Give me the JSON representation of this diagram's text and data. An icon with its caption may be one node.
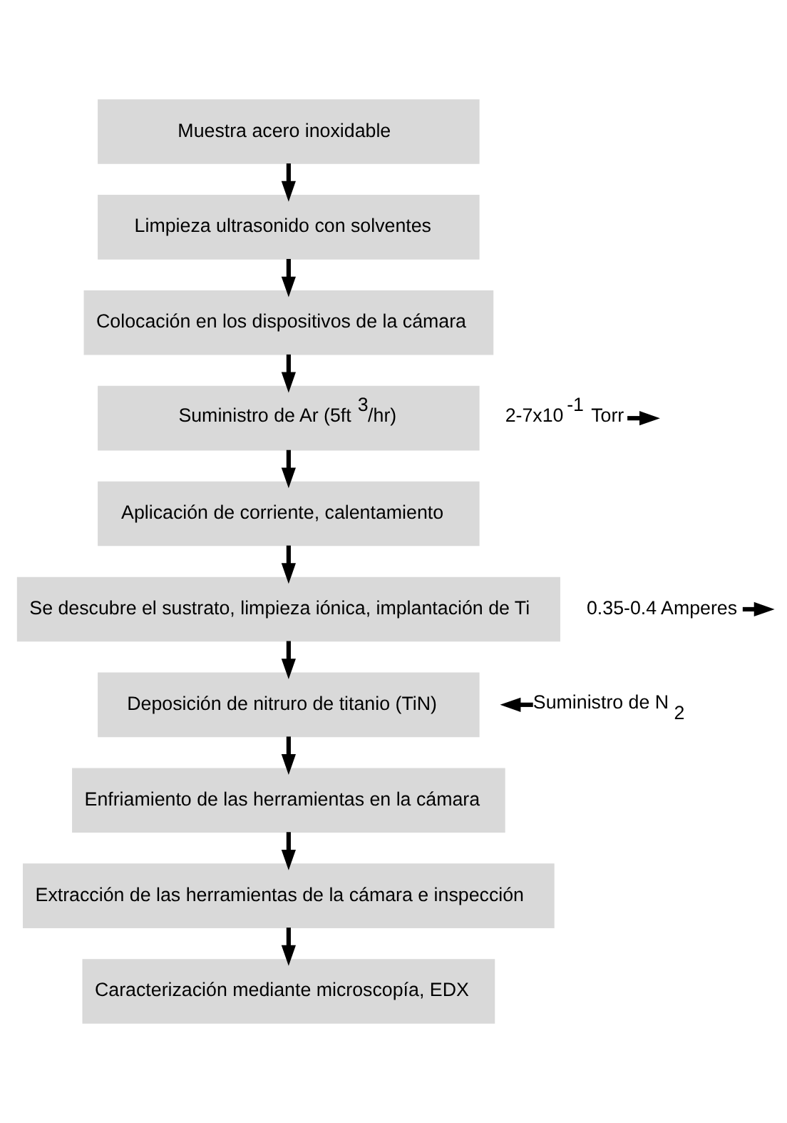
{
  "diagram": {
    "nodes": [
      {
        "text": [
          "Muestra acero inoxidable"
        ]
      },
      {
        "text": [
          "Limpieza ultrasonido con solventes"
        ]
      },
      {
        "text": [
          "Colocación en los dispositivos de la cámara"
        ]
      },
      {
        "text": [
          "Suministro de Ar (5ft$^{3}$/hr)"
        ]
      },
      {
        "text": [
          "Aplicación de corriente, calentamiento"
        ]
      },
      {
        "text": [
          "Se descubre el sustrato, limpieza iónica, implantación de Ti"
        ]
      },
      {
        "text": [
          "Deposición de nitruro de titanio (TiN)"
        ]
      },
      {
        "text": [
          "Enfriamiento de las herramientas en la cámara"
        ]
      },
      {
        "text": [
          "Extracción de las herramientas de la cámara e inspección"
        ]
      },
      {
        "text": [
          "Caracterización mediante microscopía, EDX"
        ]
      },
      {
        "text": [
          "2-7x10$^{-1}$ Torr"
        ]
      },
      {
        "text": [
          "0.35-0.4 Amperes"
        ]
      },
      {
        "text": [
          "Suministro de N$_{2}$"
        ]
      }
    ],
    "edges": [
      {
        "from": 0,
        "to": 1,
        "arrow": "to"
      },
      {
        "from": 1,
        "to": 2,
        "arrow": "to"
      },
      {
        "from": 2,
        "to": 3,
        "arrow": "to"
      },
      {
        "from": 3,
        "to": 4,
        "arrow": "to"
      },
      {
        "from": 4,
        "to": 5,
        "arrow": "to"
      },
      {
        "from": 5,
        "to": 6,
        "arrow": "to"
      },
      {
        "from": 6,
        "to": 7,
        "arrow": "to"
      },
      {
        "from": 7,
        "to": 8,
        "arrow": "to"
      },
      {
        "from": 8,
        "to": 9,
        "arrow": "to"
      },
      {
        "from": 10,
        "to": null,
        "arrow": "to"
      },
      {
        "from": 11,
        "to": null,
        "arrow": "to"
      },
      {
        "from": 12,
        "to": null,
        "arrow": "to"
      }
    ]
  }
}
